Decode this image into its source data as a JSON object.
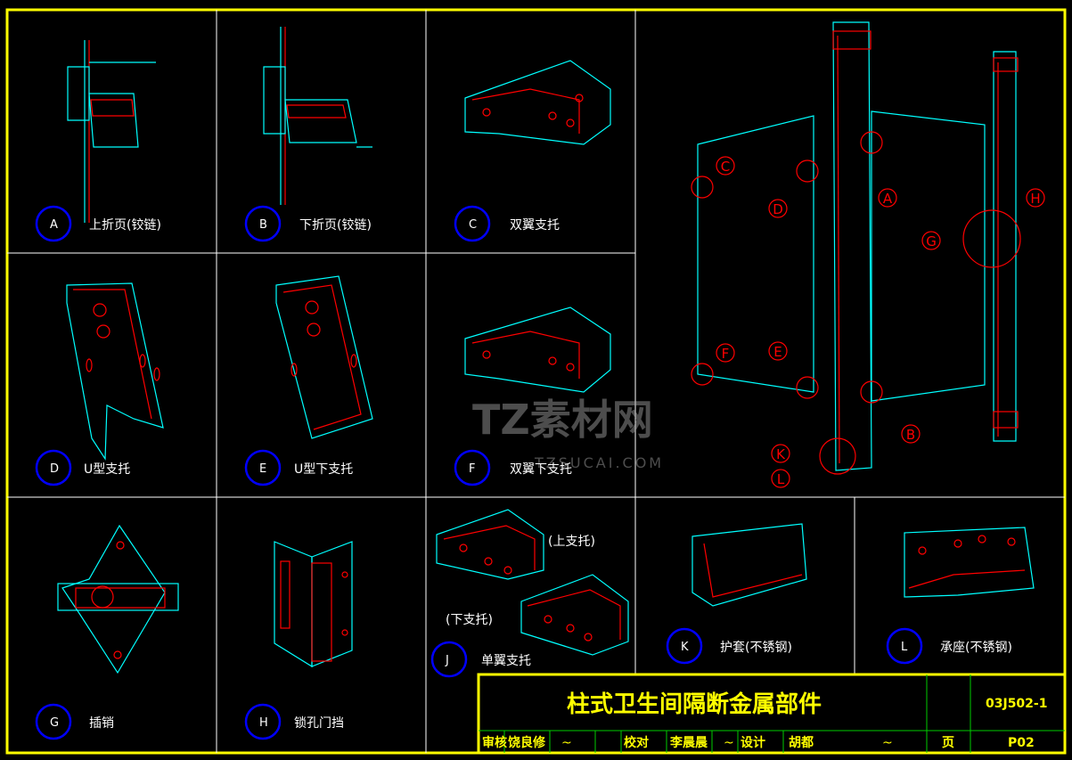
{
  "title": "柱式卫生间隔断金属部件",
  "drawing_number": "03J502-1",
  "page_label": "页",
  "page": "P02",
  "signoff": {
    "review_label": "审核",
    "reviewer": "饶良修",
    "check_label": "校对",
    "checker": "李晨晨",
    "design_label": "设计",
    "designer": "胡都"
  },
  "parts": [
    {
      "letter": "A",
      "name": "上折页(铰链)"
    },
    {
      "letter": "B",
      "name": "下折页(铰链)"
    },
    {
      "letter": "C",
      "name": "双翼支托"
    },
    {
      "letter": "D",
      "name": "U型支托"
    },
    {
      "letter": "E",
      "name": "U型下支托"
    },
    {
      "letter": "F",
      "name": "双翼下支托"
    },
    {
      "letter": "G",
      "name": "插销"
    },
    {
      "letter": "H",
      "name": "锁孔门挡"
    },
    {
      "letter": "J",
      "name": "单翼支托"
    },
    {
      "letter": "K",
      "name": "护套(不锈钢)"
    },
    {
      "letter": "L",
      "name": "承座(不锈钢)"
    }
  ],
  "sub_labels": {
    "upper": "(上支托)",
    "lower": "(下支托)"
  },
  "assembly_callouts": [
    "C",
    "D",
    "A",
    "H",
    "G",
    "F",
    "E",
    "B",
    "K",
    "L"
  ],
  "watermark": {
    "brand": "TZ素材网",
    "url": "TZSUCAI.COM"
  }
}
